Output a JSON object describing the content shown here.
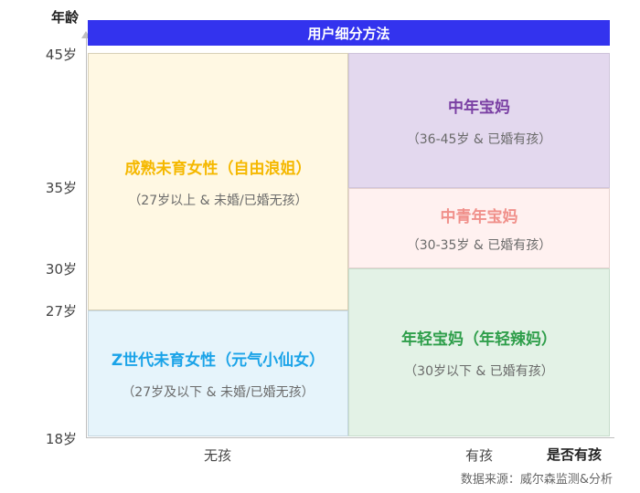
{
  "header": {
    "title": "用户细分方法"
  },
  "axes": {
    "y_title": "年龄",
    "x_title": "是否有孩",
    "y_ticks": [
      "45岁",
      "35岁",
      "30岁",
      "27岁",
      "18岁"
    ],
    "x_categories": [
      "无孩",
      "有孩"
    ]
  },
  "segments": [
    {
      "title": "成熟未育女性（自由浪姐）",
      "subtitle": "（27岁以上 & 未婚/已婚无孩）",
      "color": "#f5b800"
    },
    {
      "title": "Z世代未育女性（元气小仙女）",
      "subtitle": "（27岁及以下 & 未婚/已婚无孩）",
      "color": "#1aa3e8"
    },
    {
      "title": "中年宝妈",
      "subtitle": "（36-45岁 & 已婚有孩）",
      "color": "#7a3fa3"
    },
    {
      "title": "中青年宝妈",
      "subtitle": "（30-35岁 & 已婚有孩）",
      "color": "#f0908a"
    },
    {
      "title": "年轻宝妈（年轻辣妈）",
      "subtitle": "（30岁以下 & 已婚有孩）",
      "color": "#2e9e4a"
    }
  ],
  "source": "数据来源：威尔森监测&分析"
}
